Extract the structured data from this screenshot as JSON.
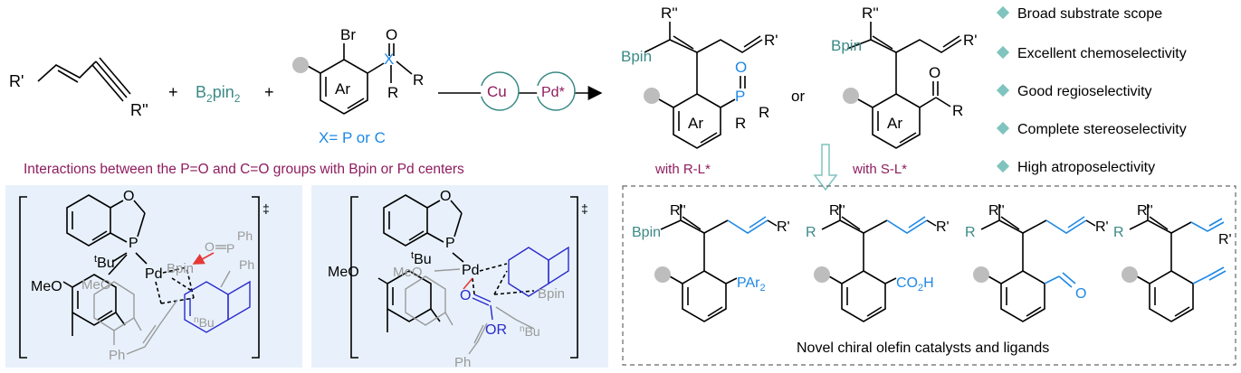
{
  "colors": {
    "teal": "#3a8a86",
    "blue": "#1e88e5",
    "plum": "#8e1c5e",
    "diamond": "#7fc4be",
    "panel": "#e8f1fb"
  },
  "reaction": {
    "r1_sub": "R'",
    "r1_alk": "R''",
    "plus1": "+",
    "b2pin2_a": "B",
    "b2pin2_b": "2",
    "b2pin2_c": "pin",
    "b2pin2_d": "2",
    "plus2": "+",
    "br": "Br",
    "o": "O",
    "x": "X",
    "r_a": "R",
    "r_b": "R",
    "ar": "Ar",
    "x_note": "X= P or C",
    "cu": "Cu",
    "pd": "Pd*"
  },
  "headline": "Interactions between the P=O and C=O groups with Bpin or Pd centers",
  "products": {
    "p1": {
      "r2": "R''",
      "bpin": "Bpin",
      "r1": "R'",
      "p": "P",
      "o": "O",
      "r_a": "R",
      "r_b": "R",
      "ar": "Ar",
      "caption": "with R-L*"
    },
    "or": "or",
    "p2": {
      "r2": "R''",
      "bpin": "Bpin",
      "r1": "R'",
      "o": "O",
      "r": "R",
      "ar": "Ar",
      "caption": "with S-L*"
    }
  },
  "features": [
    "Broad substrate scope",
    "Excellent chemoselectivity",
    "Good regioselectivity",
    "Complete stereoselectivity",
    "High atroposelectivity"
  ],
  "ts1": {
    "o": "O",
    "p": "P",
    "tbu": "Bu",
    "tbu_sup": "t",
    "pd": "Pd",
    "meo": "MeO",
    "meo_ghost": "MeO",
    "bpin": "Bpin",
    "po": "O",
    "pp": "P",
    "ph1": "Ph",
    "ph2": "Ph",
    "nbu": "Bu",
    "nbu_sup": "n",
    "ph3": "Ph",
    "dagger": "‡"
  },
  "ts2": {
    "o": "O",
    "p": "P",
    "tbu": "Bu",
    "tbu_sup": "t",
    "pd": "Pd",
    "meo": "MeO",
    "meo_ghost": "MeO",
    "bpin": "Bpin",
    "co": "O",
    "or": "OR",
    "nbu": "Bu",
    "nbu_sup": "n",
    "ph": "Ph",
    "dagger": "‡"
  },
  "catalysts": {
    "c1": {
      "r2": "R''",
      "sub": "Bpin",
      "r1": "R'",
      "grp": "PAr",
      "grp_sub": "2"
    },
    "c2": {
      "r2": "R''",
      "sub": "R",
      "r1": "R'",
      "grp": "CO",
      "grp_sub": "2",
      "grp_end": "H"
    },
    "c3": {
      "r2": "R''",
      "sub": "R",
      "r1": "R'",
      "grp": "O"
    },
    "c4": {
      "r2": "R''",
      "sub": "R",
      "r1": "R'"
    },
    "caption": "Novel chiral olefin catalysts and ligands"
  }
}
